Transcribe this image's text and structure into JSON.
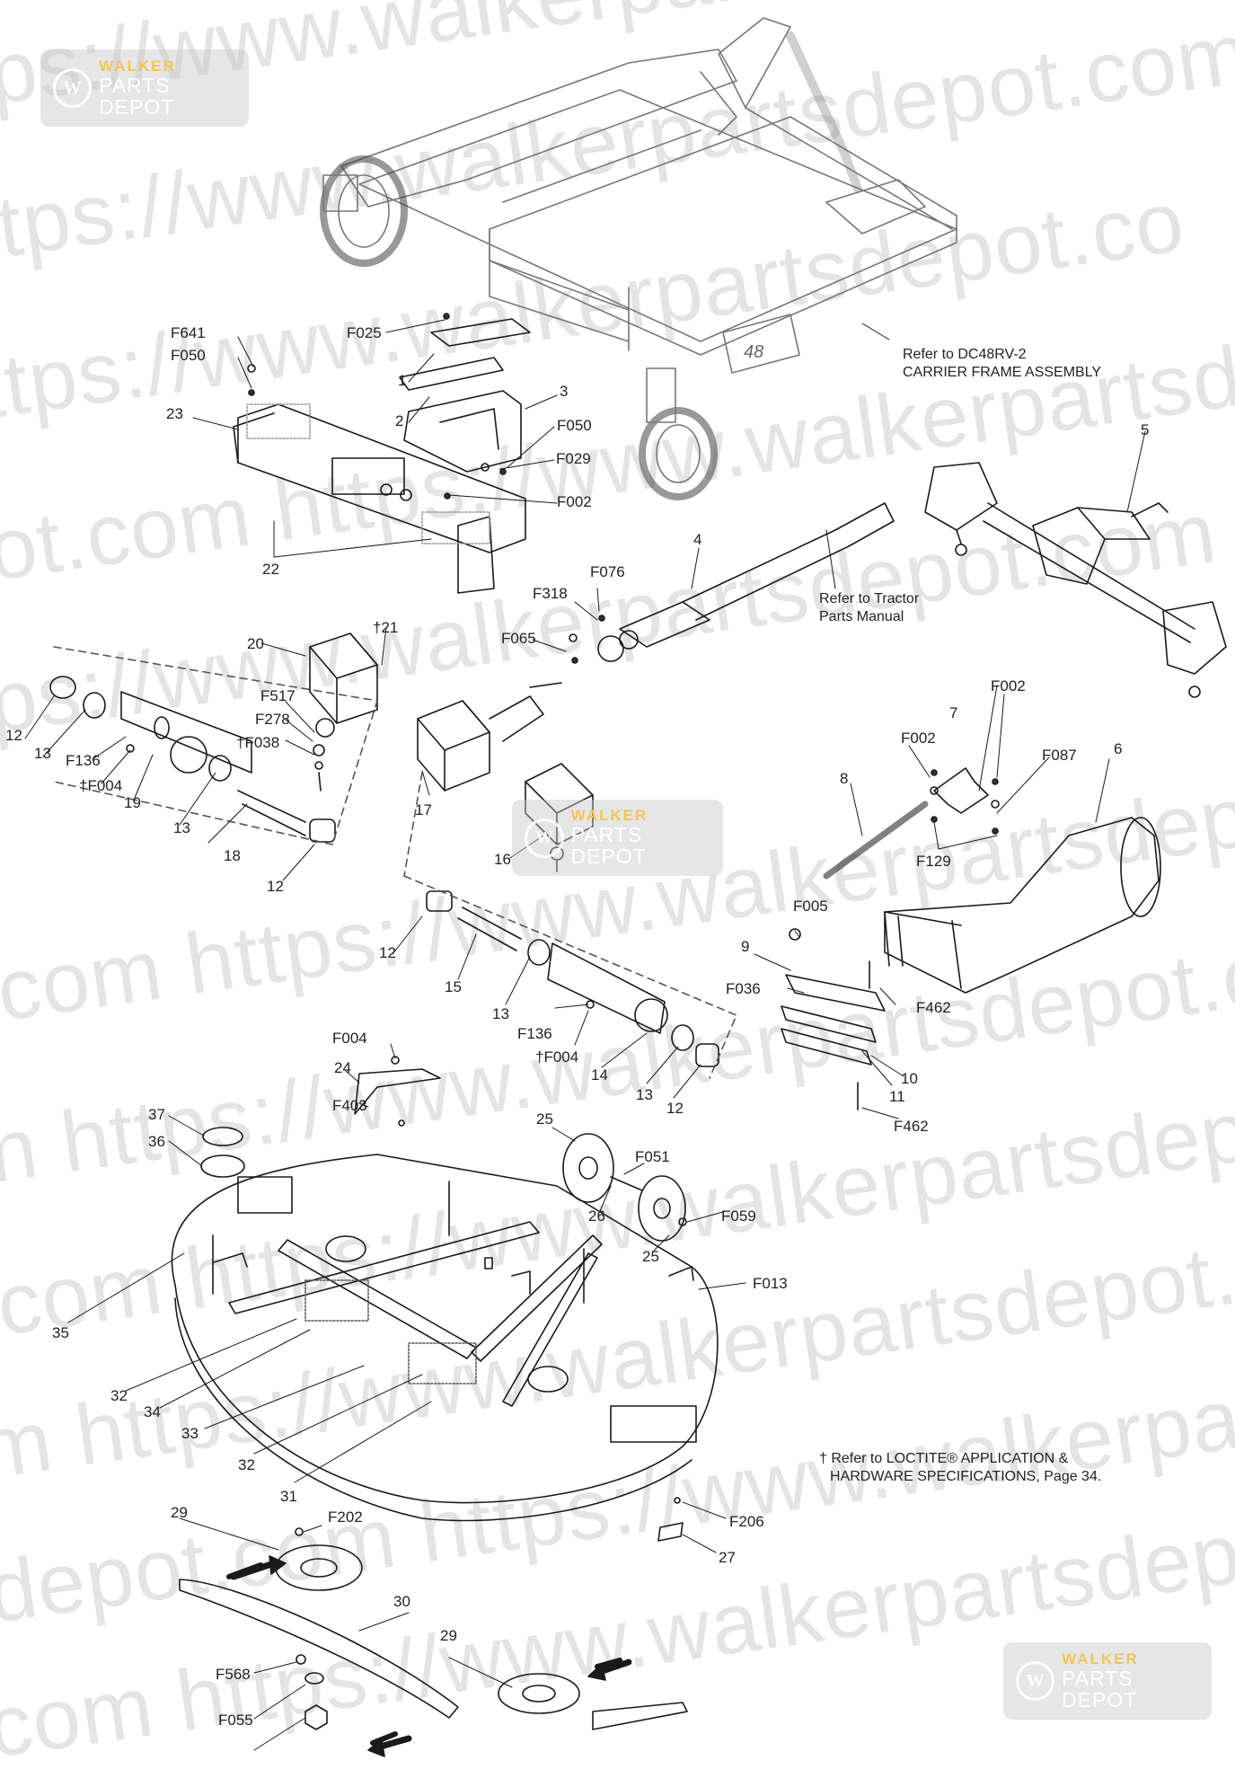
{
  "watermark": {
    "text": "https://www.walkerpartsdepot.com",
    "fragments": [
      "ps://www.walkerpartsdepot.com  https://",
      "tps://www.walkerpartsdepot.com  https:/",
      "ttps://www.walkerpartsdepot.co",
      "ot.com  https://www.walkerpartsdepot.com  https",
      "ps://www.walkerpartsdepot.com",
      "com  https://www.walkerpartsdepot.com  htt",
      "n  https://www.walkerpartsdepot.com",
      "com  https://www.walkerpartsdepot.com  h",
      "m  https://www.walkerpartsdepot.com",
      "depot.com  https://www.walkerpartsdepot",
      "com  https://www.walkerpartsdepot.com"
    ]
  },
  "badges": [
    {
      "line1": "WALKER",
      "line2": "PARTS DEPOT"
    },
    {
      "line1": "WALKER",
      "line2": "PARTS DEPOT"
    },
    {
      "line1": "WALKER",
      "line2": "PARTS DEPOT"
    }
  ],
  "logo_letter": "W",
  "frame_number": "48",
  "notes": {
    "carrier_frame": [
      "Refer to DC48RV-2",
      "CARRIER FRAME ASSEMBLY"
    ],
    "tractor_manual": [
      "Refer to Tractor",
      "Parts Manual"
    ],
    "loctite": [
      "† Refer to LOCTITE® APPLICATION &",
      "HARDWARE SPECIFICATIONS, Page 34."
    ]
  },
  "callouts": [
    "F641",
    "F050",
    "23",
    "F025",
    "1",
    "2",
    "3",
    "F050",
    "F029",
    "F002",
    "22",
    "5",
    "4",
    "F076",
    "F318",
    "F065",
    "Refer to Tractor",
    "20",
    "†21",
    "F517",
    "F278",
    "†F038",
    "12",
    "13",
    "F136",
    "†F004",
    "19",
    "13",
    "18",
    "12",
    "17",
    "16",
    "F002",
    "7",
    "F002",
    "F087",
    "6",
    "8",
    "F129",
    "12",
    "15",
    "13",
    "F136",
    "†F004",
    "14",
    "13",
    "12",
    "F005",
    "9",
    "F036",
    "F462",
    "10",
    "11",
    "F462",
    "F004",
    "24",
    "F403",
    "37",
    "36",
    "25",
    "F051",
    "26",
    "25",
    "F059",
    "F013",
    "35",
    "32",
    "34",
    "33",
    "32",
    "31",
    "29",
    "F202",
    "F206",
    "27",
    "30",
    "29",
    "F568",
    "F055"
  ],
  "colors": {
    "line": "#1a1a1a",
    "watermark": "#9a9a9a",
    "badge_accent": "#f3c55a"
  }
}
